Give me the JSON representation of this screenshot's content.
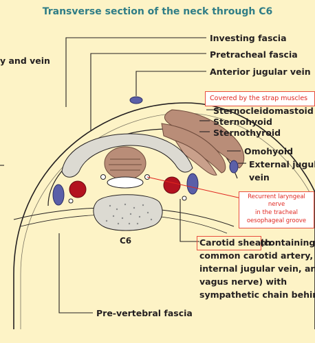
{
  "title": "Transverse section of the neck through C6",
  "labels": {
    "left_cut": "y and vein",
    "investing_fascia": "Investing fascia",
    "pretracheal_fascia": "Pretracheal fascia",
    "anterior_jugular_vein": "Anterior jugular vein",
    "strap_note": "Covered by the strap muscles",
    "sternocleidomastoid": "Sternocleidomastoid",
    "sternohyoid": "Sternohyoid",
    "sternothyroid": "Sternothyroid",
    "omohyoid": "Omohyoid",
    "external_jugular_1": "External jugular",
    "external_jugular_2": "vein",
    "c6": "C6",
    "carotid_sheath": "Carotid sheath",
    "carotid_desc_1": " (containing",
    "carotid_desc_2": "common carotid artery,",
    "carotid_desc_3": "internal jugular vein, and",
    "carotid_desc_4": "vagus nerve) with",
    "carotid_desc_5": "sympathetic chain behind",
    "prevertebral_fascia": "Pre-vertebral fascia"
  },
  "callout": {
    "line1": "Recurrent laryngeal",
    "line2": "nerve",
    "line3": "in the tracheal",
    "line4": "oesophageal groove"
  },
  "colors": {
    "background": "#fdf3c6",
    "title": "#2f7d86",
    "muscle": "#b98d78",
    "artery": "#b3121f",
    "vein": "#5a5fa8",
    "gland": "#dcdad2",
    "annotation": "#e0261f"
  }
}
